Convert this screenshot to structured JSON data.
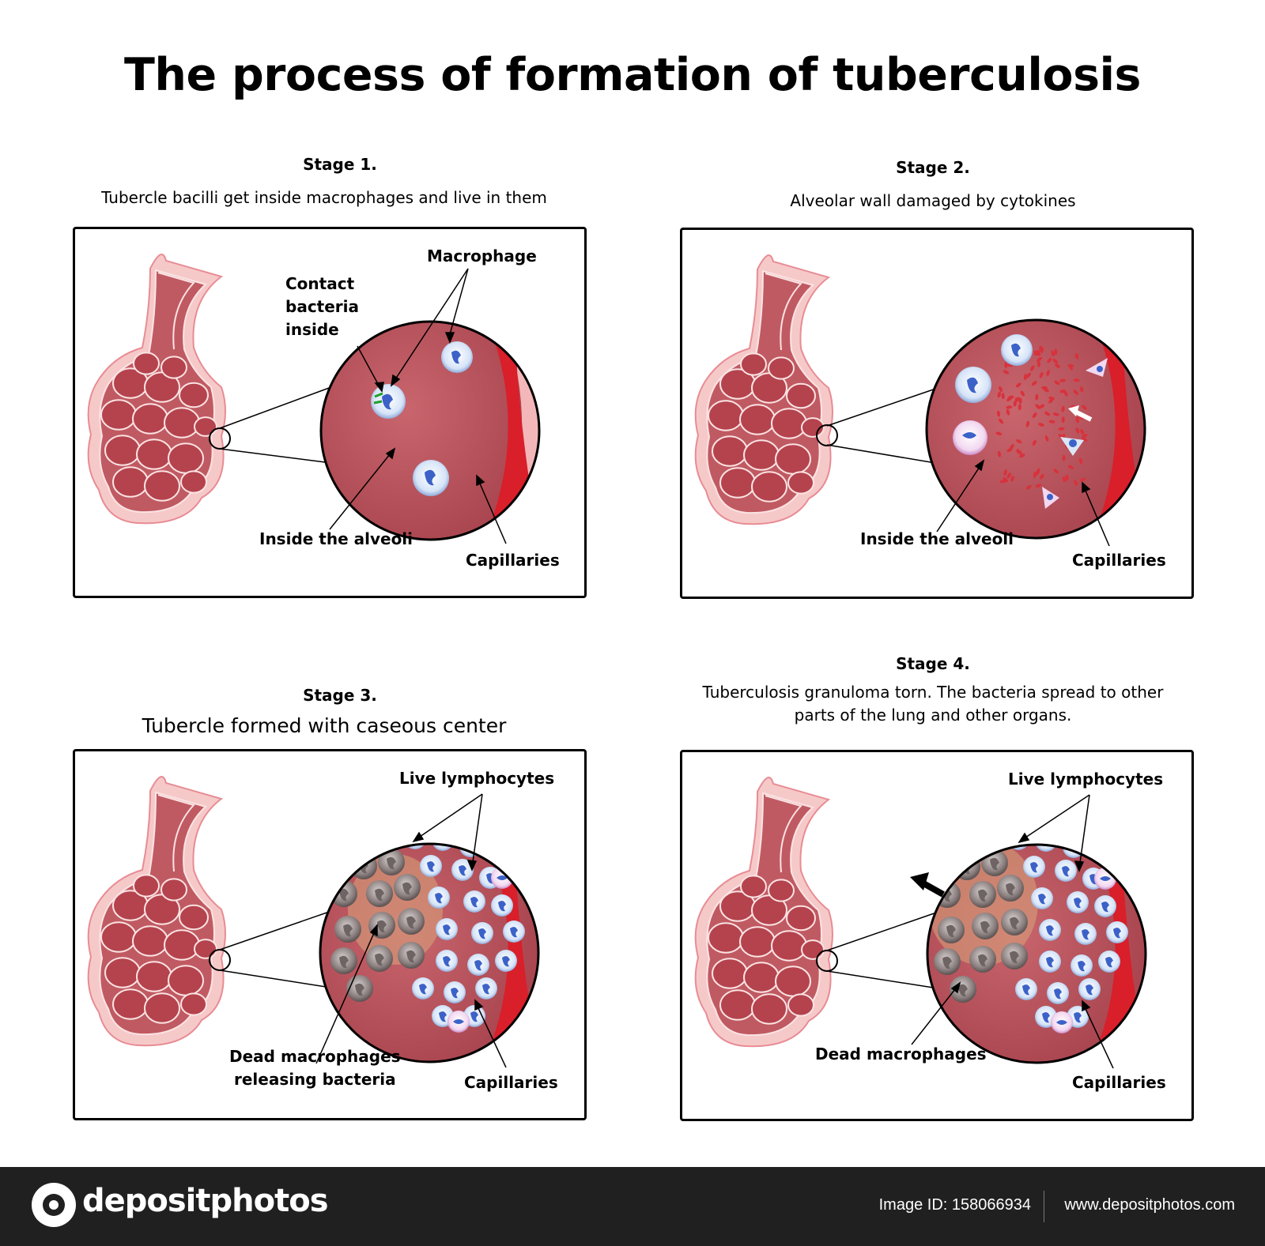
{
  "title": "The process of formation of tuberculosis",
  "stages": [
    {
      "label": "Stage 1.",
      "description": "Tubercle bacilli get inside macrophages and live in them",
      "labels": {
        "contact": "Contact\nbacteria\ninside",
        "macrophage": "Macrophage",
        "inside": "Inside the alveoli",
        "capillaries": "Capillaries"
      }
    },
    {
      "label": "Stage 2.",
      "description": "Alveolar wall damaged by cytokines",
      "labels": {
        "inside": "Inside the alveoli",
        "capillaries": "Capillaries"
      }
    },
    {
      "label": "Stage 3.",
      "description": "Tubercle formed with caseous center",
      "labels": {
        "lymphocytes": "Live lymphocytes",
        "dead": "Dead macrophages\nreleasing  bacteria",
        "capillaries": "Capillaries"
      }
    },
    {
      "label": "Stage 4.",
      "description": "Tuberculosis granuloma torn. The bacteria spread to other\nparts of the lung and other organs.",
      "labels": {
        "lymphocytes": "Live lymphocytes",
        "dead": "Dead macrophages",
        "capillaries": "Capillaries"
      }
    }
  ],
  "colors": {
    "alveoli_fill": "#b6515a",
    "alveoli_outline": "#f6c9c9",
    "capillary": "#d81f2a",
    "capillary_light": "#f3b7b9",
    "macrophage": "#dbe7f7",
    "macrophage_nucleus": "#3c62c8",
    "dead_macrophage": "#8f8585",
    "caseous": "#e6c27a"
  },
  "footer": {
    "brand": "depositphotos",
    "image_id": "Image ID: 158066934",
    "website": "www.depositphotos.com"
  }
}
